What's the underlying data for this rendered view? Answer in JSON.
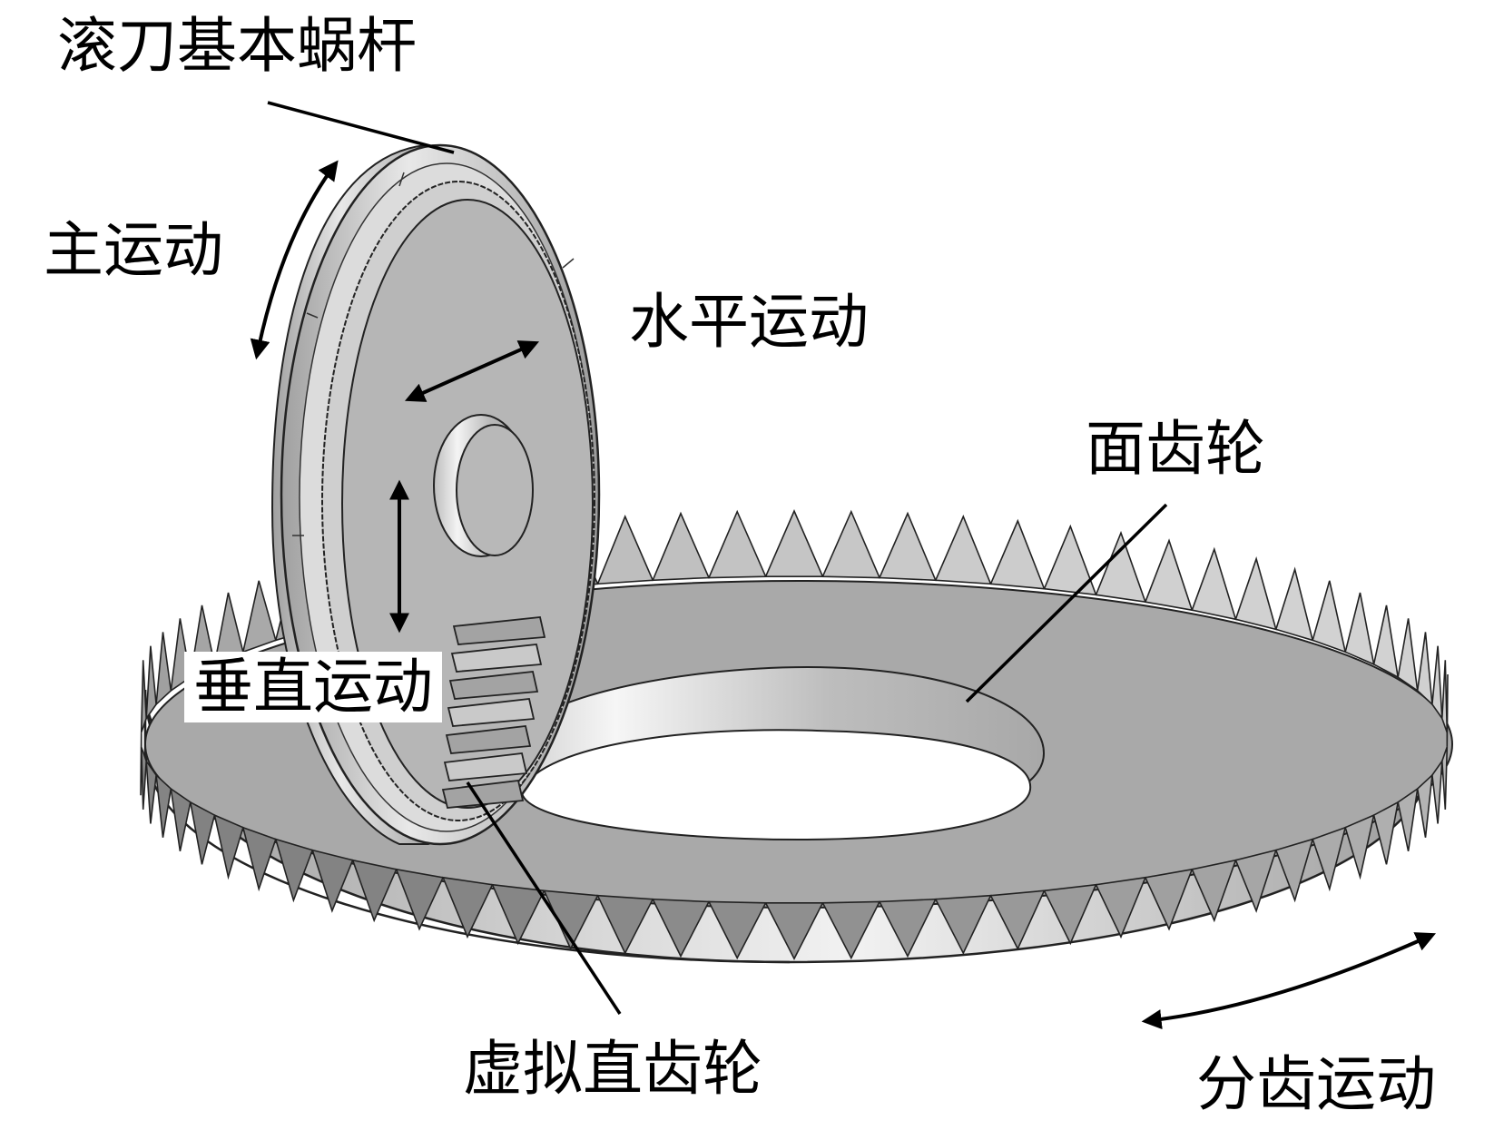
{
  "figure": {
    "type": "mechanism-diagram",
    "subject": "face gear hobbing",
    "colors": {
      "background": "#ffffff",
      "ink": "#000000",
      "surface_dark": "#9a9a9a",
      "surface_mid": "#b4b4b4",
      "surface_light": "#e6e6e6",
      "highlight": "#f5f5f5"
    }
  },
  "labels": {
    "hob_worm": "滚刀基本蜗杆",
    "main_motion": "主运动",
    "horizontal_motion": "水平运动",
    "face_gear": "面齿轮",
    "vertical_motion": "垂直运动",
    "virtual_spur_gear": "虚拟直齿轮",
    "indexing_motion": "分齿运动"
  },
  "components": [
    {
      "id": "hob-worm",
      "name": "滚刀基本蜗杆"
    },
    {
      "id": "virtual-spur-gear",
      "name": "虚拟直齿轮"
    },
    {
      "id": "face-gear",
      "name": "面齿轮"
    }
  ],
  "motions": [
    {
      "id": "main-motion",
      "name": "主运动",
      "kind": "rotation (curved double arrow)"
    },
    {
      "id": "horizontal-motion",
      "name": "水平运动",
      "kind": "linear (double arrow)"
    },
    {
      "id": "vertical-motion",
      "name": "垂直运动",
      "kind": "linear (double arrow)"
    },
    {
      "id": "indexing-motion",
      "name": "分齿运动",
      "kind": "rotation (curved double arrow)"
    }
  ]
}
